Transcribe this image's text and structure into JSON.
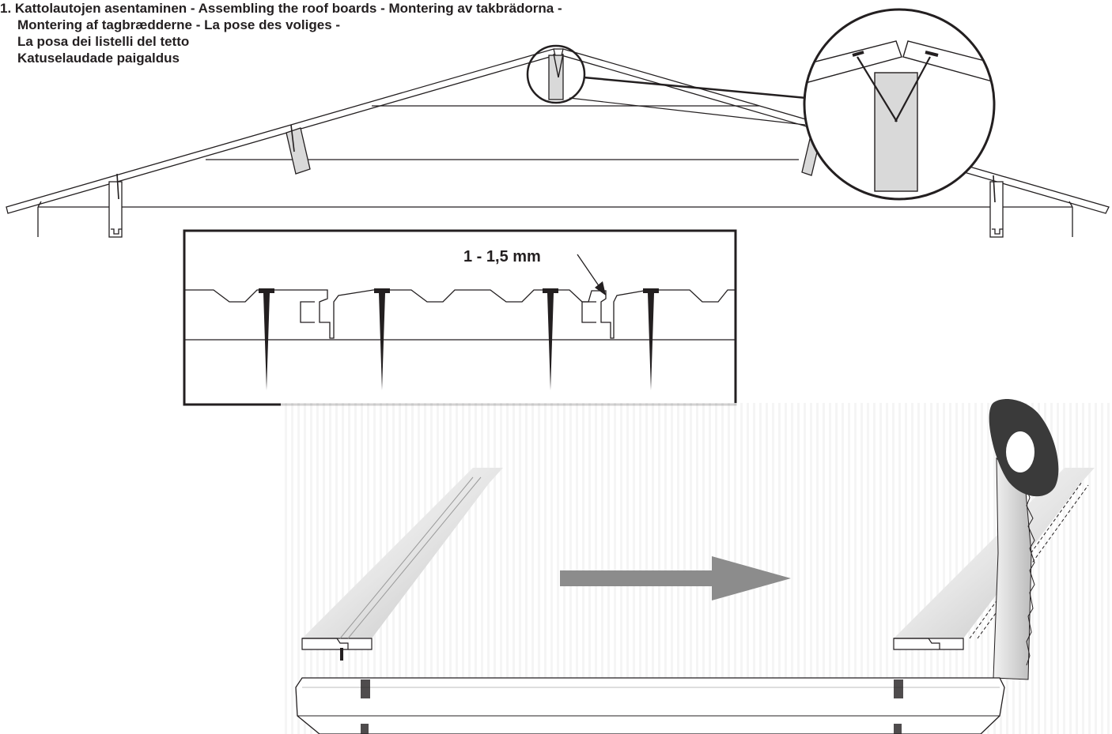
{
  "heading": {
    "lines": [
      "1. Kattolautojen asentaminen - Assembling the roof boards - Montering av takbrädorna -",
      "Montering af tagbrædderne - La pose des voliges -",
      "La posa dei listelli del tetto",
      "Katuselaudade paigaldus"
    ]
  },
  "gap_label": "1 - 1,5 mm",
  "colors": {
    "line": "#231f20",
    "nail": "#231f20",
    "block": "#d9d9d9",
    "arrow": "#8c8c8c",
    "saw_handle": "#3a3a3a"
  },
  "icons": {
    "roof": "roof-cross-section",
    "detail": "ridge-nail-detail-magnifier",
    "profile": "tongue-and-groove-profile",
    "arrow": "right-arrow",
    "saw": "hand-saw"
  }
}
